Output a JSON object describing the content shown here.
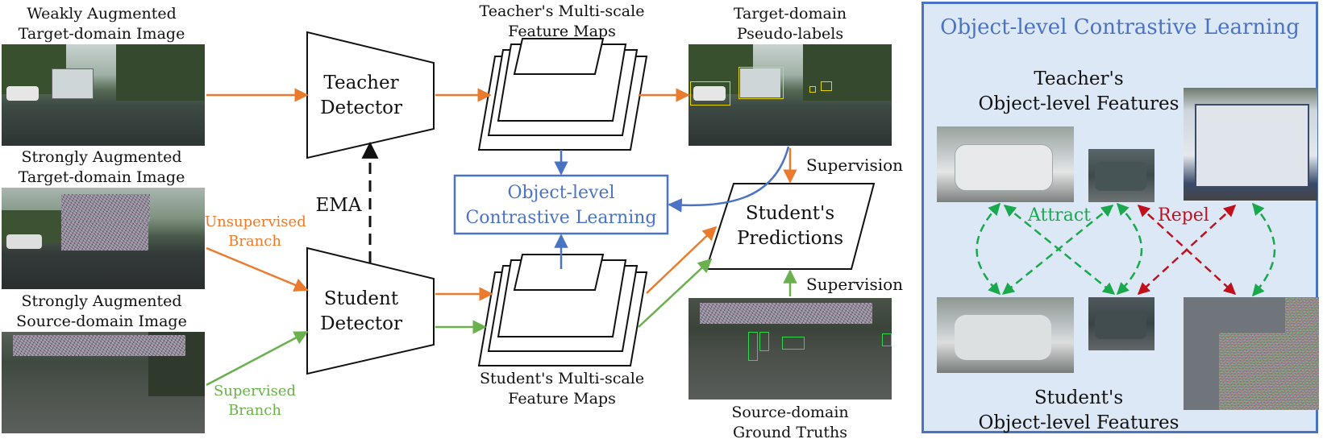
{
  "colors": {
    "unsupervised": "#ea7b2c",
    "supervised": "#6ab04c",
    "contrastive": "#4a73c4",
    "attract": "#1aa84c",
    "repel": "#c0101e",
    "panel_fill": "#dde8f6"
  },
  "left": {
    "weak_target_label": [
      "Weakly Augmented",
      "Target-domain Image"
    ],
    "strong_target_label": [
      "Strongly Augmented",
      "Target-domain Image"
    ],
    "strong_source_label": [
      "Strongly Augmented",
      "Source-domain Image"
    ]
  },
  "branches": {
    "unsupervised": [
      "Unsupervised",
      "Branch"
    ],
    "supervised": [
      "Supervised",
      "Branch"
    ]
  },
  "detectors": {
    "teacher": [
      "Teacher",
      "Detector"
    ],
    "student": [
      "Student",
      "Detector"
    ],
    "ema": "EMA"
  },
  "feature_maps": {
    "teacher": [
      "Teacher's Multi-scale",
      "Feature Maps"
    ],
    "student": [
      "Student's Multi-scale",
      "Feature Maps"
    ]
  },
  "contrastive_box": [
    "Object-level",
    "Contrastive Learning"
  ],
  "predictions": [
    "Student's",
    "Predictions"
  ],
  "supervision": "Supervision",
  "right": {
    "pseudo_labels": [
      "Target-domain",
      "Pseudo-labels"
    ],
    "ground_truths": [
      "Source-domain",
      "Ground Truths"
    ]
  },
  "panel": {
    "title": "Object-level Contrastive Learning",
    "teacher_features": [
      "Teacher's",
      "Object-level Features"
    ],
    "student_features": [
      "Student's",
      "Object-level Features"
    ],
    "attract": "Attract",
    "repel": "Repel"
  }
}
